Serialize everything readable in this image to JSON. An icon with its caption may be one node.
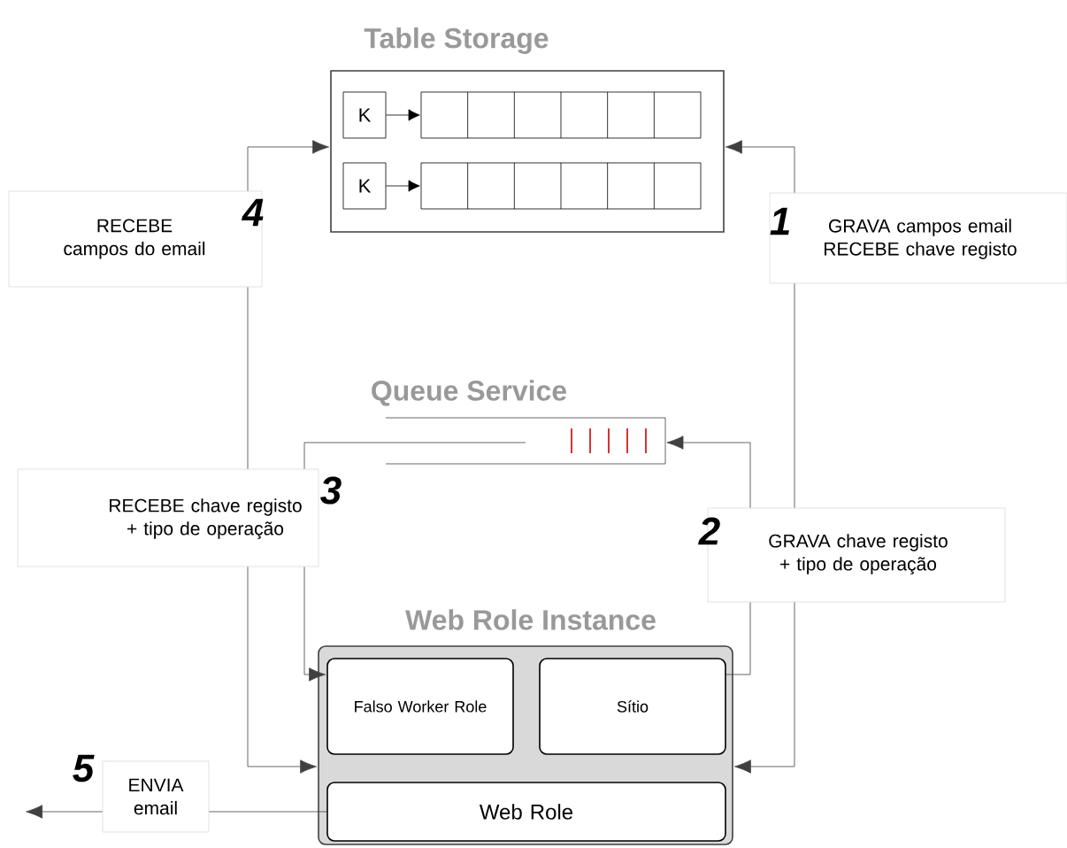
{
  "diagram": {
    "nodes": [
      {
        "text": [
          "Table Storage"
        ]
      },
      {
        "text": [
          "K"
        ],
        "in": 0
      },
      {
        "text": [],
        "shape": "box",
        "in": 0
      },
      {
        "text": [
          "K"
        ],
        "in": 0
      },
      {
        "text": [],
        "shape": "box",
        "in": 0
      },
      {
        "text": [
          "Queue Service"
        ]
      },
      {
        "text": [
          "Web Role Instance"
        ]
      },
      {
        "text": [
          "Falso Worker Role"
        ],
        "in": 6
      },
      {
        "text": [
          "Sítio"
        ],
        "in": 6
      },
      {
        "text": [
          "Web Role"
        ],
        "in": 6
      }
    ],
    "edges": [
      {
        "from": 1,
        "to": 2,
        "arrow": "to"
      },
      {
        "from": 3,
        "to": 4,
        "arrow": "to"
      },
      {
        "from": 6,
        "to": 0,
        "arrow": "both",
        "label": "GRAVA campos email RECEBE chave registo"
      },
      {
        "from": 8,
        "to": 5,
        "arrow": "to",
        "label": "GRAVA chave registo + tipo de operação"
      },
      {
        "from": 5,
        "to": 7,
        "arrow": "to",
        "label": "RECEBE chave registo + tipo de operação"
      },
      {
        "from": 0,
        "to": 6,
        "arrow": "both",
        "label": "RECEBE campos do email"
      },
      {
        "from": 9,
        "to": null,
        "arrow": "to",
        "label": "ENVIA email"
      }
    ],
    "labels": [
      "4",
      "1",
      "3",
      "2",
      "5"
    ]
  }
}
